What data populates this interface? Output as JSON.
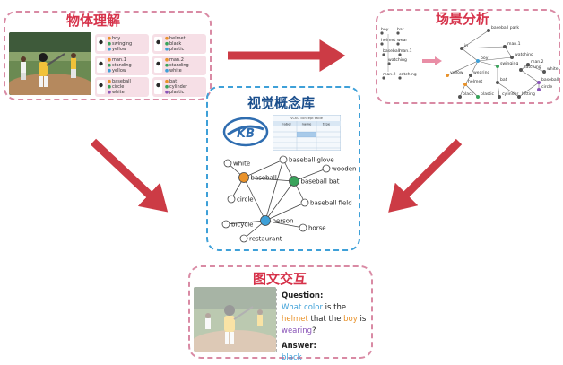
{
  "panels": {
    "object": {
      "title": "物体理解",
      "attr_groups": [
        {
          "items": [
            "boy",
            "swinging",
            "yellow"
          ],
          "colors": [
            "#e9922a",
            "#3aa35b",
            "#3ea0d8"
          ]
        },
        {
          "items": [
            "helmet",
            "black",
            "plastic"
          ],
          "colors": [
            "#e9922a",
            "#3aa35b",
            "#3ea0d8"
          ]
        },
        {
          "items": [
            "man.1",
            "standing",
            "yellow"
          ],
          "colors": [
            "#e9922a",
            "#3aa35b",
            "#3ea0d8"
          ]
        },
        {
          "items": [
            "man.2",
            "standing",
            "white"
          ],
          "colors": [
            "#e9922a",
            "#3aa35b",
            "#3ea0d8"
          ]
        },
        {
          "items": [
            "baseball",
            "circle",
            "white"
          ],
          "colors": [
            "#e9922a",
            "#3aa35b",
            "#8a55b8"
          ]
        },
        {
          "items": [
            "bat",
            "cylinder",
            "plastic"
          ],
          "colors": [
            "#e9922a",
            "#3aa35b",
            "#8a55b8"
          ]
        }
      ]
    },
    "scene": {
      "title": "场景分析",
      "left_labels": [
        "boy",
        "bat",
        "helmet",
        "wear",
        "baseball",
        "man.1",
        "watching",
        "man.2",
        "catching"
      ],
      "root": "baseball park",
      "nodes": [
        "in",
        "man.1",
        "boy",
        "watching",
        "swinging",
        "wearing",
        "helmet",
        "man.2",
        "catching",
        "white",
        "yellow",
        "bat",
        "baseball",
        "black",
        "plastic",
        "cylinder",
        "hitting",
        "circle"
      ]
    },
    "kb": {
      "title": "视觉概念库",
      "logo_text": "KB",
      "table_caption": "VCKG concept table",
      "table_headers": [
        "label",
        "name",
        "type"
      ],
      "nodes": [
        "white",
        "baseball",
        "baseball glove",
        "wooden",
        "baseball bat",
        "circle",
        "person",
        "baseball field",
        "bicycle",
        "horse",
        "restaurant"
      ],
      "node_colors": {
        "baseball": "#e9922a",
        "baseball bat": "#3aa35b",
        "person": "#3ea0d8"
      }
    },
    "interaction": {
      "title": "图文交互",
      "question_label": "Question:",
      "question_parts": [
        {
          "text": "What color",
          "color": "#3ea0d8"
        },
        {
          "text": " is the ",
          "color": "#222222"
        },
        {
          "text": "helmet",
          "color": "#e9922a"
        },
        {
          "text": " that the ",
          "color": "#222222"
        },
        {
          "text": "boy",
          "color": "#e9922a"
        },
        {
          "text": " is ",
          "color": "#222222"
        },
        {
          "text": "wearing",
          "color": "#8a55b8"
        },
        {
          "text": "?",
          "color": "#222222"
        }
      ],
      "answer_label": "Answer:",
      "answer": "black"
    }
  },
  "colors": {
    "dashed_pink": "#d98aa4",
    "dashed_blue": "#3ea0d8",
    "arrow_red": "#cc3b45",
    "title_red": "#d6324a",
    "title_navy": "#1a4e8c"
  }
}
